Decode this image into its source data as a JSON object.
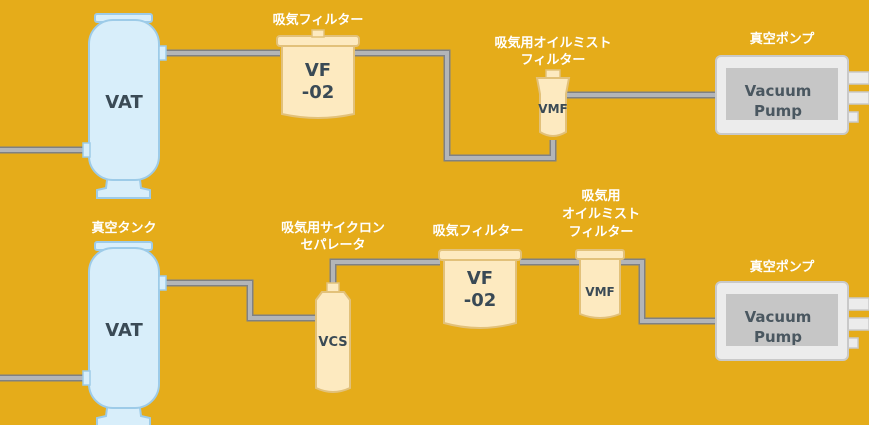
{
  "colors": {
    "background": "#e5ac1a",
    "tank_fill": "#d8eefa",
    "tank_stroke": "#9dcbe8",
    "filter_fill": "#fdeac0",
    "filter_stroke": "#e2c17a",
    "pump_fill": "#ececec",
    "pump_window": "#c6c6c6",
    "pipe": "#a7a9ac"
  },
  "row1": {
    "tank_text": "VAT",
    "vf_label": "吸気フィルター",
    "vf_text_1": "VF",
    "vf_text_2": "-02",
    "vmf_label_1": "吸気用オイルミスト",
    "vmf_label_2": "フィルター",
    "vmf_text": "VMF",
    "pump_label": "真空ポンプ",
    "pump_text_1": "Vacuum",
    "pump_text_2": "Pump"
  },
  "row2": {
    "tank_label": "真空タンク",
    "tank_text": "VAT",
    "vcs_label_1": "吸気用サイクロン",
    "vcs_label_2": "セパレータ",
    "vcs_text": "VCS",
    "vf_label": "吸気フィルター",
    "vf_text_1": "VF",
    "vf_text_2": "-02",
    "vmf_label_1": "吸気用",
    "vmf_label_2": "オイルミスト",
    "vmf_label_3": "フィルター",
    "vmf_text": "VMF",
    "pump_label": "真空ポンプ",
    "pump_text_1": "Vacuum",
    "pump_text_2": "Pump"
  }
}
